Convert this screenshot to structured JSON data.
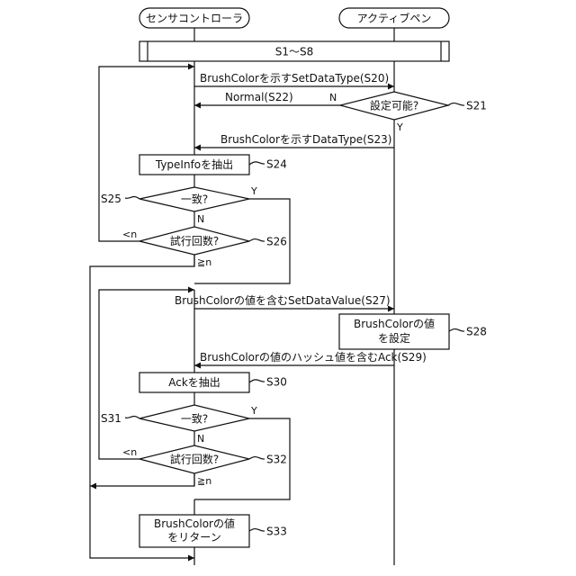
{
  "lanes": {
    "sensor": "センサコントローラ",
    "pen": "アクティブペン"
  },
  "init_step": "S1～S8",
  "messages": {
    "s20": "BrushColorを示すSetDataType(S20)",
    "s22": "Normal(S22)",
    "s23": "BrushColorを示すDataType(S23)",
    "s27": "BrushColorの値を含むSetDataValue(S27)",
    "s29": "BrushColorの値のハッシュ値を含むAck(S29)"
  },
  "decisions": {
    "s21": {
      "text": "設定可能?",
      "step": "S21",
      "no": "N",
      "yes": "Y"
    },
    "s25": {
      "text": "一致?",
      "step": "S25",
      "yes": "Y",
      "no": "N"
    },
    "s26": {
      "text": "試行回数?",
      "step": "S26",
      "lt": "<n",
      "ge": "≧n"
    },
    "s31": {
      "text": "一致?",
      "step": "S31",
      "yes": "Y",
      "no": "N"
    },
    "s32": {
      "text": "試行回数?",
      "step": "S32",
      "lt": "<n",
      "ge": "≧n"
    }
  },
  "processes": {
    "s24": {
      "text": "TypeInfoを抽出",
      "step": "S24"
    },
    "s28": {
      "line1": "BrushColorの値",
      "line2": "を設定",
      "step": "S28"
    },
    "s30": {
      "text": "Ackを抽出",
      "step": "S30"
    },
    "s33": {
      "line1": "BrushColorの値",
      "line2": "をリターン",
      "step": "S33"
    }
  }
}
